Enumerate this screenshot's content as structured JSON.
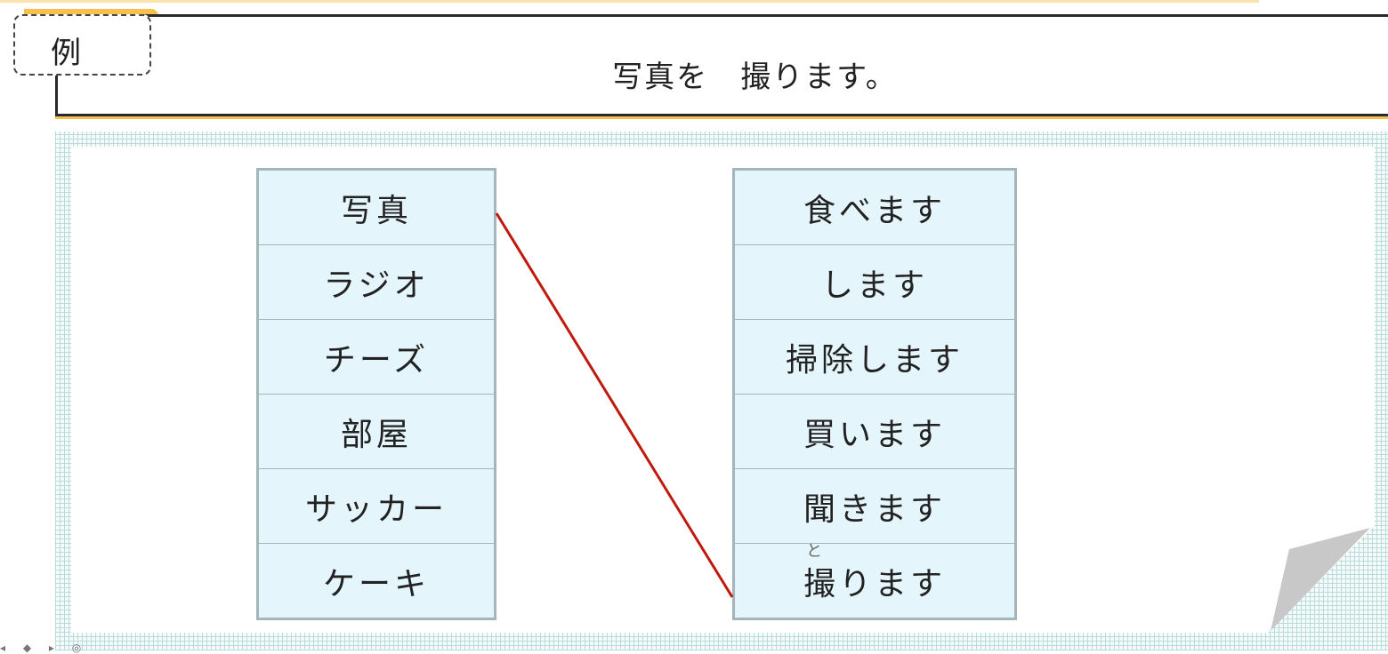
{
  "example_label": "例",
  "prompt": "写真を　撮ります。",
  "left_items": [
    "写真",
    "ラジオ",
    "チーズ",
    "部屋",
    "サッカー",
    "ケーキ"
  ],
  "right_items": [
    "食べます",
    "します",
    "掃除します",
    "買います",
    "聞きます",
    "撮ります"
  ],
  "right_ruby": {
    "index": 5,
    "text": "と"
  },
  "connections": [
    {
      "from": 0,
      "to": 5
    }
  ],
  "colors": {
    "line": "#c0180c",
    "accent": "#f7c04a",
    "cell": "#e4f5fc"
  }
}
